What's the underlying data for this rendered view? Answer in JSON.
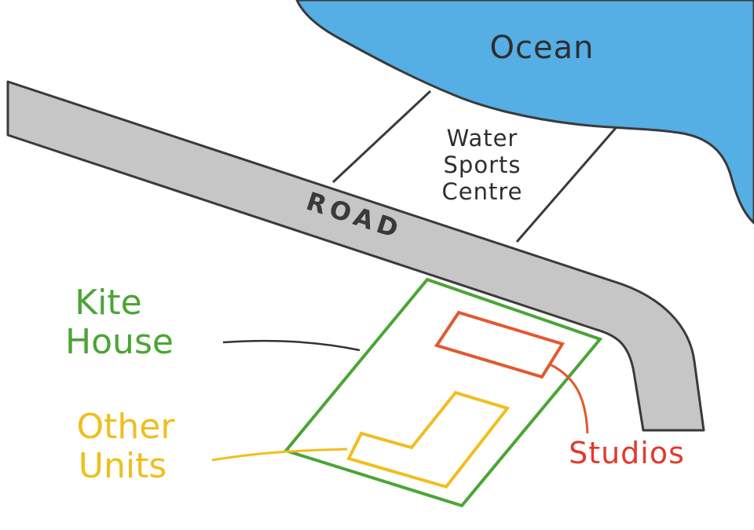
{
  "labels": {
    "ocean": "Ocean",
    "water_sports_centre": [
      "Water",
      "Sports",
      "Centre"
    ],
    "road": "ROAD",
    "kite_house": [
      "Kite",
      "House"
    ],
    "other_units": [
      "Other",
      "Units"
    ],
    "studios": "Studios"
  },
  "colors": {
    "ocean": "#55aee4",
    "road": "#c6c6c6",
    "outline": "#3a3a3a",
    "kite_house": "#4ba535",
    "other_units": "#f0be1d",
    "studios": "#e1592f",
    "studios_text": "#e03b2c",
    "label_dark": "#2e2e2e"
  }
}
